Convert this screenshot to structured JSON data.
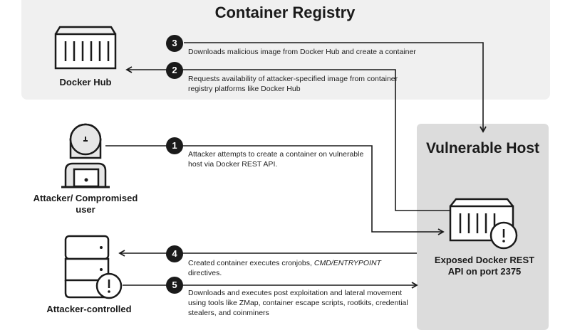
{
  "registry": {
    "title": "Container Registry",
    "hub_label": "Docker Hub"
  },
  "host": {
    "title": "Vulnerable Host",
    "api_label": "Exposed Docker REST API on port 2375"
  },
  "attacker": {
    "user_label": "Attacker/ Compromised user",
    "controlled_label": "Attacker-controlled"
  },
  "steps": [
    {
      "num": "1",
      "text": "Attacker attempts to create a container on vulnerable host via Docker REST API."
    },
    {
      "num": "2",
      "text": "Requests availability of attacker-specified image from container registry platforms like Docker Hub"
    },
    {
      "num": "3",
      "text": "Downloads malicious image from Docker Hub and create a container"
    },
    {
      "num": "4",
      "text_a": "Created container executes cronjobs, ",
      "text_b": "CMD/ENTRYPOINT",
      "text_c": " directives."
    },
    {
      "num": "5",
      "text": "Downloads and executes post exploitation and lateral movement using tools like ZMap, container escape scripts, rootkits, credential stealers, and coinminers"
    }
  ],
  "colors": {
    "accent": "#1a1a1a",
    "panel": "#f0f0f0",
    "host_panel": "#dcdcdc"
  },
  "icons": [
    "server-icon",
    "user-icon",
    "laptop-icon",
    "warning-icon",
    "stack-server-icon"
  ]
}
